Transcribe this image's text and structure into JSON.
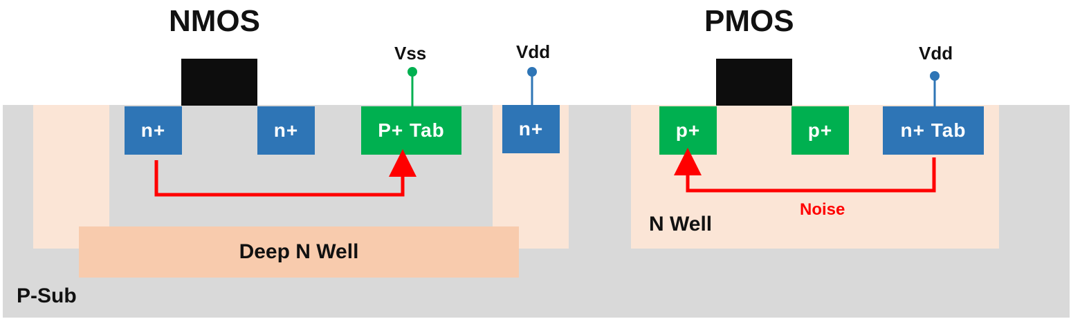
{
  "colors": {
    "substrate": "#d9d9d9",
    "well": "#fbe5d6",
    "deep_well": "#f8cbad",
    "n_diffusion": "#2e75b6",
    "p_diffusion": "#00b050",
    "gate": "#0d0d0d",
    "vss_pin": "#00b050",
    "vdd_pin": "#2e75b6",
    "noise": "#ff0000"
  },
  "nmos": {
    "title": "NMOS",
    "source": "n+",
    "drain": "n+",
    "tab": "P+ Tab",
    "tab_pin": "Vss",
    "deep_well_label": "Deep N Well",
    "deep_well_contact": "n+",
    "deep_well_pin": "Vdd"
  },
  "pmos": {
    "title": "PMOS",
    "source": "p+",
    "drain": "p+",
    "tab": "n+ Tab",
    "tab_pin": "Vdd",
    "well_label": "N Well",
    "noise_label": "Noise"
  },
  "substrate_label": "P-Sub"
}
